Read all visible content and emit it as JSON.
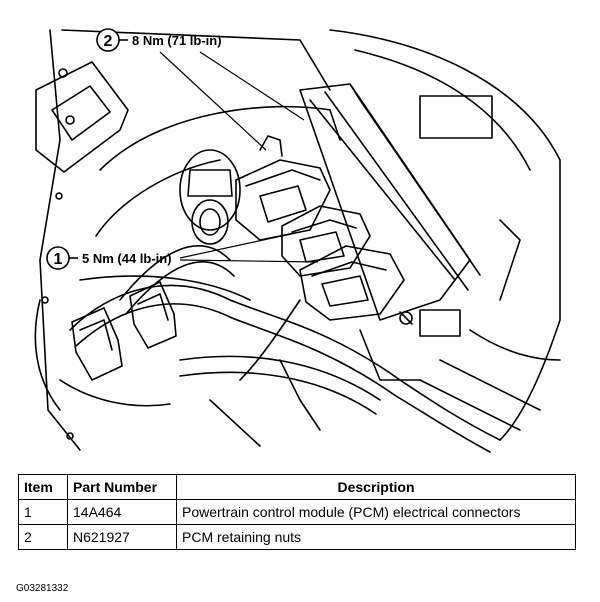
{
  "callouts": [
    {
      "number": "2",
      "label": "8 Nm (71 lb-in)"
    },
    {
      "number": "1",
      "label": "5 Nm (44 lb-in)"
    }
  ],
  "table": {
    "headers": [
      "Item",
      "Part Number",
      "Description"
    ],
    "rows": [
      [
        "1",
        "14A464",
        "Powertrain control module (PCM) electrical connectors"
      ],
      [
        "2",
        "N621927",
        "PCM retaining nuts"
      ]
    ]
  },
  "figure_id": "G03281332"
}
